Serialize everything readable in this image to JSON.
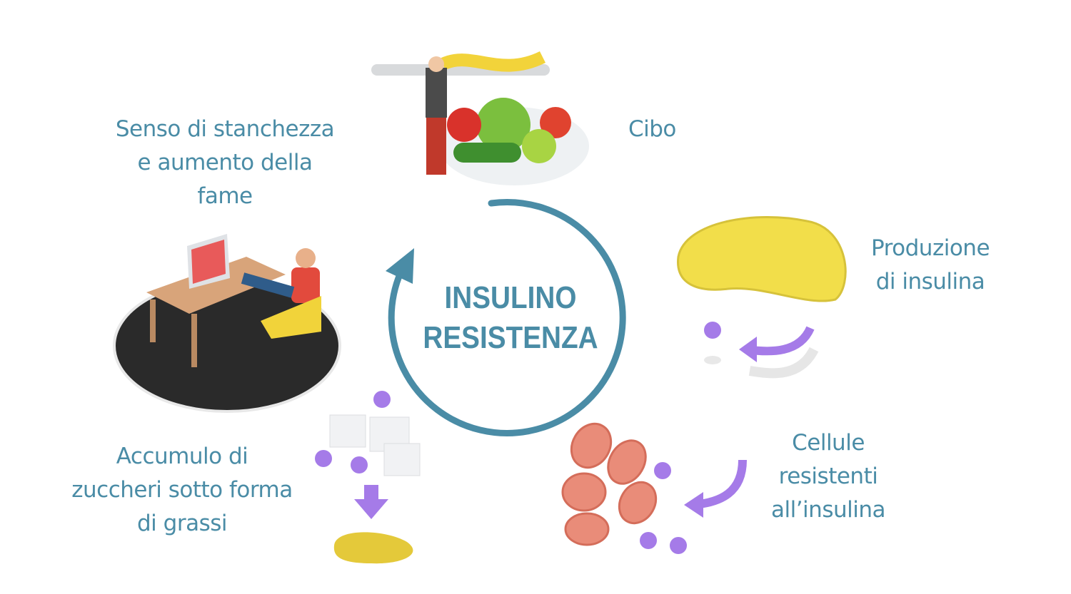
{
  "title": [
    "INSULINO",
    "RESISTENZA"
  ],
  "labels": {
    "food": [
      "Cibo"
    ],
    "insulin_production": [
      "Produzione",
      "di insulina"
    ],
    "resistant_cells": [
      "Cellule",
      "resistenti",
      "all’insulina"
    ],
    "sugar_storage": [
      "Accumulo di",
      "zuccheri sotto forma",
      "di grassi"
    ],
    "fatigue": [
      "Senso di stanchezza",
      "e aumento della",
      "fame"
    ]
  },
  "colors": {
    "accent": "#4a8ca6",
    "purple": "#a57be8",
    "pancreas": "#f2de4a",
    "cells": "#e98c79"
  }
}
